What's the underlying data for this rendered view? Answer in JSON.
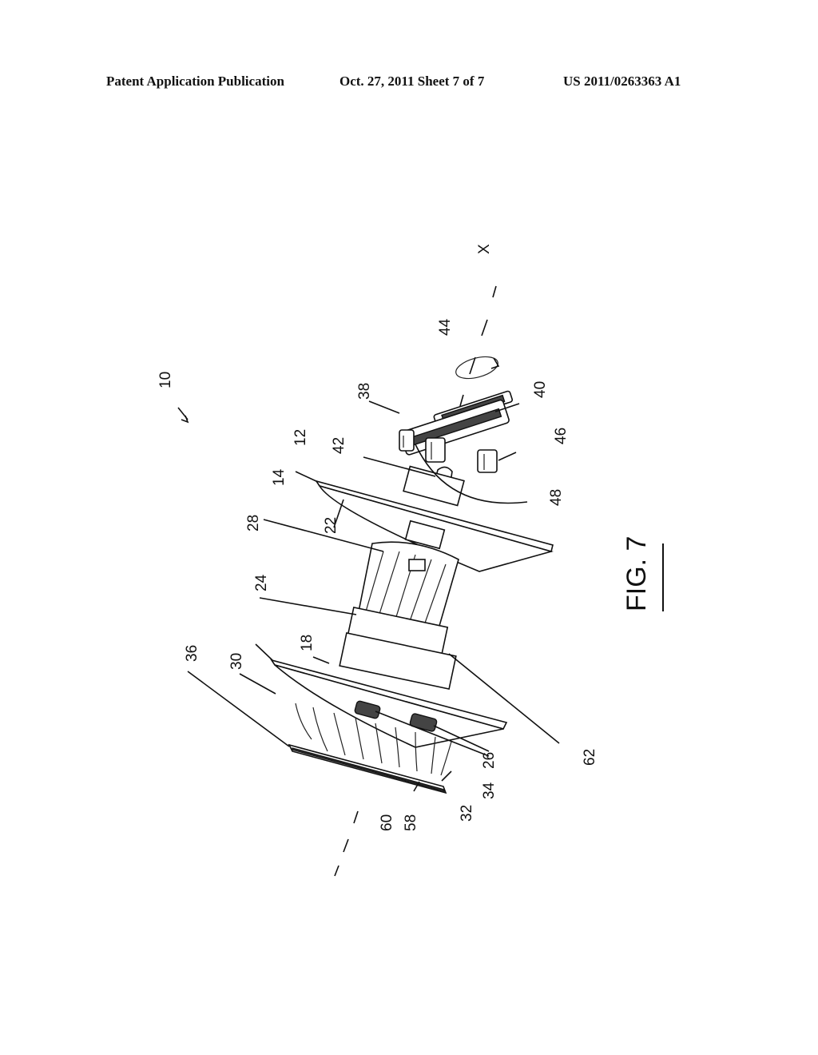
{
  "header": {
    "publication": "Patent Application Publication",
    "date_sheet": "Oct. 27, 2011   Sheet 7 of 7",
    "number": "US 2011/0263363 A1"
  },
  "figure": {
    "caption": "FIG. 7",
    "axis_label": "X",
    "reference_numerals": [
      "10",
      "12",
      "14",
      "18",
      "22",
      "24",
      "26",
      "28",
      "30",
      "32",
      "34",
      "36",
      "38",
      "40",
      "42",
      "44",
      "46",
      "48",
      "58",
      "60",
      "62"
    ]
  }
}
